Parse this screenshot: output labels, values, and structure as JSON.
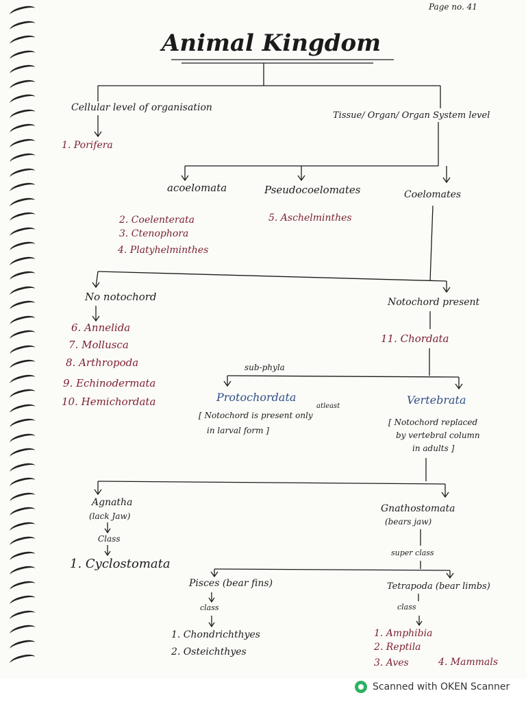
{
  "page_no": "Page no. 41",
  "title": "Animal Kingdom",
  "level1": {
    "cellular": "Cellular level of organisation",
    "tissue": "Tissue/ Organ/ Organ System level"
  },
  "porifera": "1. Porifera",
  "coelom": {
    "acoelomata": "acoelomata",
    "pseudo": "Pseudocoelomates",
    "coelomates": "Coelomates"
  },
  "acoelomata_phyla": [
    "2. Coelenterata",
    "3. Ctenophora",
    "4. Platyhelminthes"
  ],
  "pseudo_phyla": [
    "5. Aschelminthes"
  ],
  "notochord": {
    "absent": "No notochord",
    "present": "Notochord present"
  },
  "non_chordates": [
    "6. Annelida",
    "7. Mollusca",
    "8. Arthropoda",
    "9. Echinodermata",
    "10. Hemichordata"
  ],
  "chordata": "11. Chordata",
  "subphyla_label": "sub-phyla",
  "protochordata": {
    "name": "Protochordata",
    "note_line1": "[ Notochord is present only",
    "note_insert": "atleast",
    "note_line2": "in larval form ]"
  },
  "vertebrata": {
    "name": "Vertebrata",
    "note": [
      "[ Notochord replaced",
      "by vertebral column",
      "in adults ]"
    ]
  },
  "agnatha": {
    "name": "Agnatha",
    "desc": "(lack Jaw)",
    "class_label": "Class",
    "classes": [
      "1. Cyclostomata"
    ]
  },
  "gnathostomata": {
    "name": "Gnathostomata",
    "desc": "(bears jaw)",
    "superclass_label": "super class"
  },
  "pisces": {
    "name": "Pisces (bear fins)",
    "class_label": "class",
    "classes": [
      "1. Chondrichthyes",
      "2. Osteichthyes"
    ]
  },
  "tetrapoda": {
    "name": "Tetrapoda (bear limbs)",
    "class_label": "class",
    "classes": [
      "1. Amphibia",
      "2. Reptila",
      "3. Aves",
      "4. Mammals"
    ]
  },
  "footer": "Scanned with OKEN Scanner",
  "colors": {
    "ink": "#1b1b1b",
    "maroon": "#7a1f2e",
    "blue": "#2f4f86",
    "brand": "#2fb163"
  }
}
